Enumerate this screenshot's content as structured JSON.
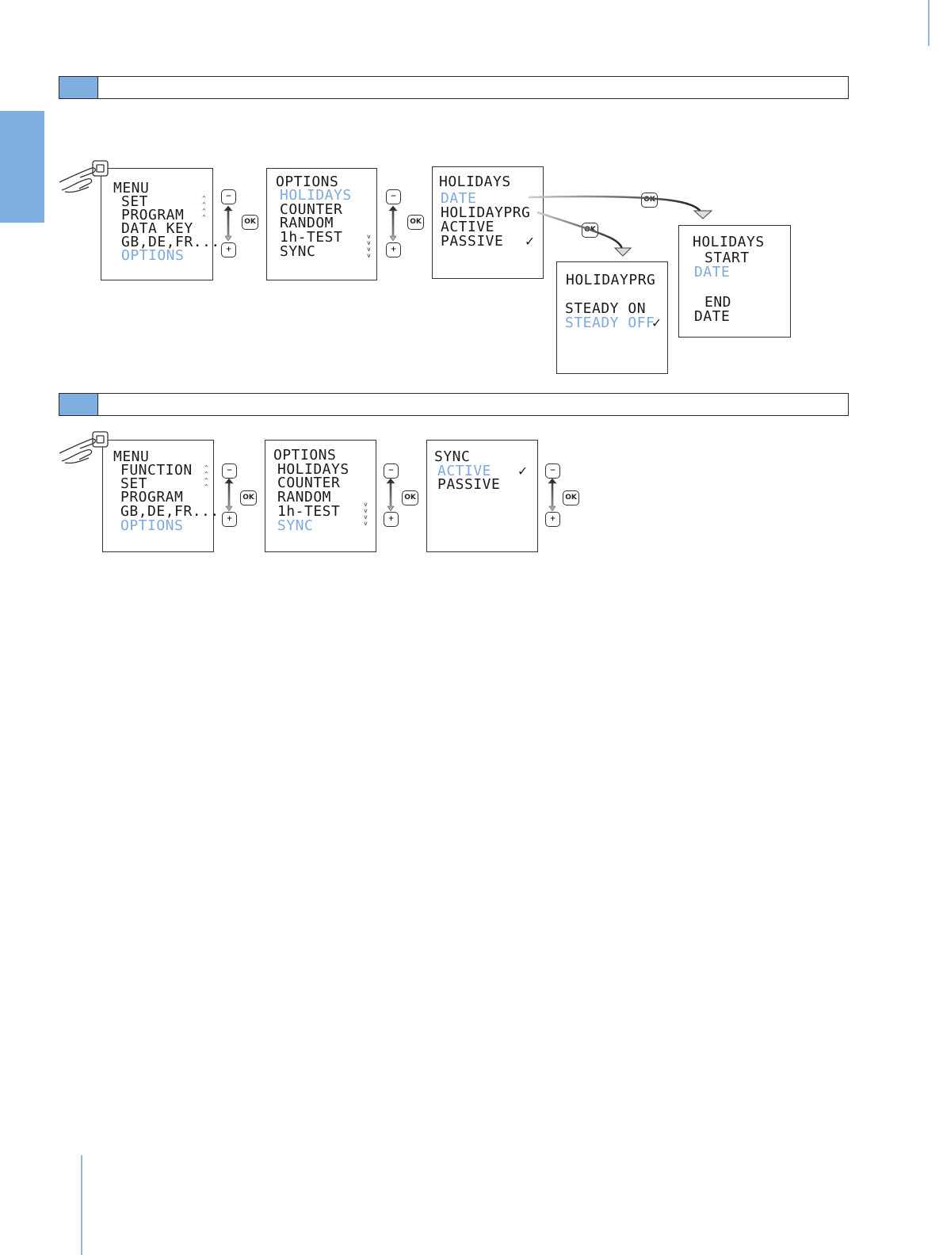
{
  "section1": {
    "menu": {
      "title": "MENU",
      "items": [
        "SET",
        "PROGRAM",
        "DATA KEY",
        "GB,DE,FR....",
        "OPTIONS"
      ]
    },
    "options": {
      "title": "OPTIONS",
      "items": [
        "HOLIDAYS",
        "COUNTER",
        "RANDOM",
        "1h-TEST",
        "SYNC"
      ]
    },
    "holidays": {
      "title": "HOLIDAYS",
      "items": [
        "DATE",
        "HOLIDAYPRG",
        "ACTIVE",
        "PASSIVE"
      ],
      "check": "✓"
    },
    "holidayprg": {
      "title": "HOLIDAYPRG",
      "items": [
        "STEADY ON",
        "STEADY OFF"
      ],
      "check": "✓"
    },
    "holidays_date": {
      "title": "HOLIDAYS",
      "start": "START",
      "start_date": "DATE",
      "end": "END",
      "end_date": "DATE"
    }
  },
  "section2": {
    "menu": {
      "title": "MENU",
      "items": [
        "FUNCTION",
        "SET",
        "PROGRAM",
        "GB,DE,FR....",
        "OPTIONS"
      ]
    },
    "options": {
      "title": "OPTIONS",
      "items": [
        "HOLIDAYS",
        "COUNTER",
        "RANDOM",
        "1h-TEST",
        "SYNC"
      ]
    },
    "sync": {
      "title": "SYNC",
      "items": [
        "ACTIVE",
        "PASSIVE"
      ],
      "check": "✓"
    }
  },
  "buttons": {
    "ok": "OK",
    "minus": "−",
    "plus": "+"
  },
  "colors": {
    "accent": "#7faee0",
    "highlight": "#7eaadb"
  },
  "icons": [
    "hand-press-icon",
    "minus-button-icon",
    "plus-button-icon",
    "ok-button-icon",
    "up-down-arrow-icon",
    "check-icon"
  ]
}
